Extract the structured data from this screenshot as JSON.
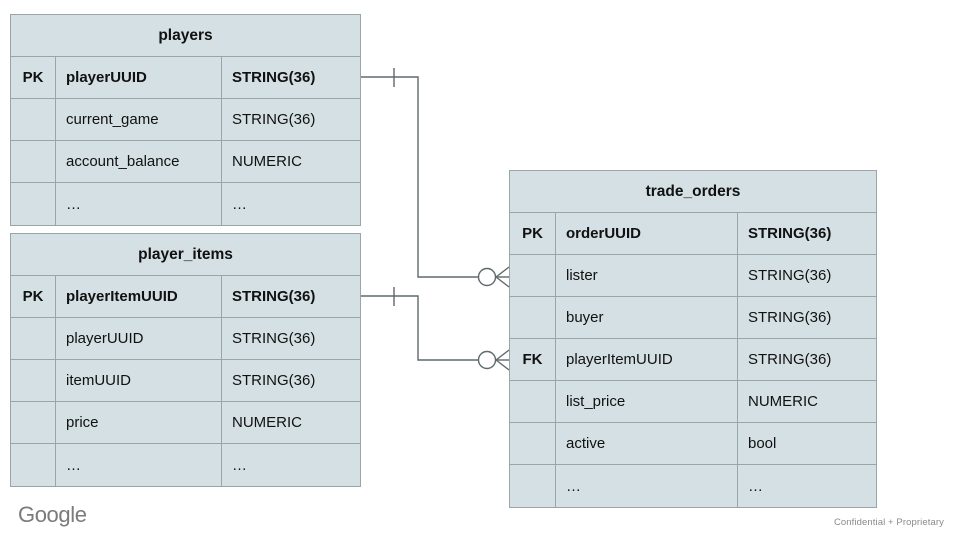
{
  "diagram": {
    "type": "entity-relationship-diagram",
    "notation": "crow's-foot",
    "colors": {
      "entity_fill": "#d4e0e3",
      "entity_border": "#9aa5a8",
      "connector": "#5f6a6d",
      "text": "#111111",
      "footer_text": "#8a8a8a",
      "background": "#ffffff"
    }
  },
  "entities": [
    {
      "name": "players",
      "columns": [
        "",
        "playerUUID",
        "STRING(36)"
      ],
      "rows": [
        {
          "key": "PK",
          "field": "playerUUID",
          "type": "STRING(36)"
        },
        {
          "key": "",
          "field": "current_game",
          "type": "STRING(36)"
        },
        {
          "key": "",
          "field": "account_balance",
          "type": "NUMERIC"
        },
        {
          "key": "",
          "field": "…",
          "type": "…"
        }
      ]
    },
    {
      "name": "player_items",
      "rows": [
        {
          "key": "PK",
          "field": "playerItemUUID",
          "type": "STRING(36)"
        },
        {
          "key": "",
          "field": "playerUUID",
          "type": "STRING(36)"
        },
        {
          "key": "",
          "field": "itemUUID",
          "type": "STRING(36)"
        },
        {
          "key": "",
          "field": "price",
          "type": "NUMERIC"
        },
        {
          "key": "",
          "field": "…",
          "type": "…"
        }
      ]
    },
    {
      "name": "trade_orders",
      "rows": [
        {
          "key": "PK",
          "field": "orderUUID",
          "type": "STRING(36)"
        },
        {
          "key": "",
          "field": "lister",
          "type": "STRING(36)"
        },
        {
          "key": "",
          "field": "buyer",
          "type": "STRING(36)"
        },
        {
          "key": "FK",
          "field": "playerItemUUID",
          "type": "STRING(36)"
        },
        {
          "key": "",
          "field": "list_price",
          "type": "NUMERIC"
        },
        {
          "key": "",
          "field": "active",
          "type": "bool"
        },
        {
          "key": "",
          "field": "…",
          "type": "…"
        }
      ]
    }
  ],
  "relationships": [
    {
      "from_entity": "players",
      "from_field": "playerUUID",
      "from_cardinality": "one",
      "to_entity": "trade_orders",
      "to_field": "lister",
      "to_cardinality": "zero-or-many"
    },
    {
      "from_entity": "player_items",
      "from_field": "playerItemUUID",
      "from_cardinality": "one",
      "to_entity": "trade_orders",
      "to_field": "playerItemUUID",
      "to_cardinality": "zero-or-many"
    }
  ],
  "footer": {
    "brand": "Google",
    "confidential": "Confidential + Proprietary"
  }
}
